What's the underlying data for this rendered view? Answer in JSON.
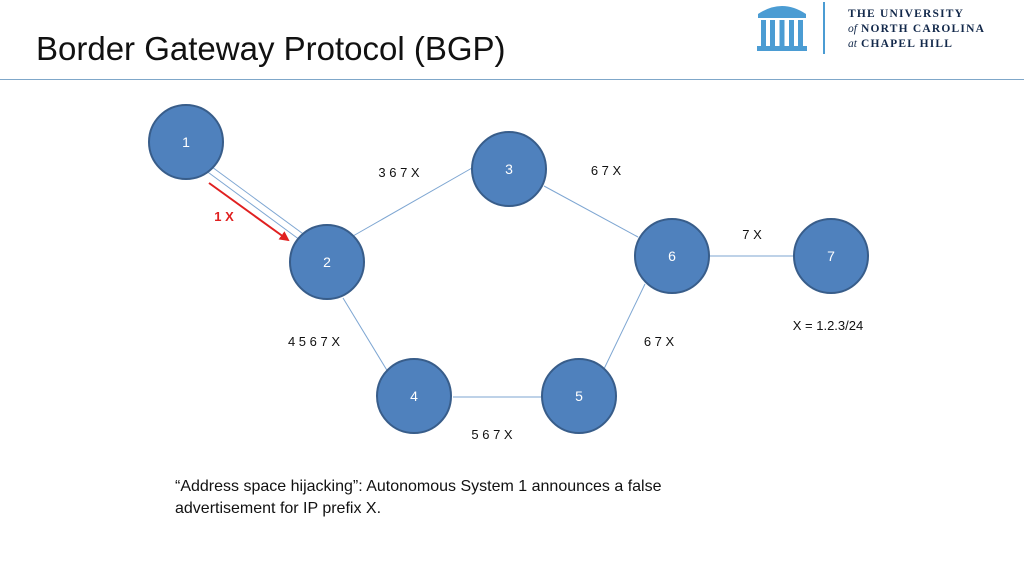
{
  "slide": {
    "title": "Border Gateway Protocol (BGP)",
    "logo": {
      "line1": "THE UNIVERSITY",
      "line2_of": "of",
      "line2_rest": "NORTH CAROLINA",
      "line3_at": "at",
      "line3_rest": "CHAPEL HILL",
      "icon": "old-well-icon"
    },
    "caption": "“Address space hijacking”: Autonomous System 1 announces a false advertisement for IP prefix X."
  },
  "diagram": {
    "colors": {
      "node_fill": "#4f81bd",
      "node_stroke": "#385d8a",
      "edge": "#7ea6d2",
      "hijack": "#e02020"
    },
    "nodes": [
      {
        "id": "1",
        "label": "1"
      },
      {
        "id": "2",
        "label": "2"
      },
      {
        "id": "3",
        "label": "3"
      },
      {
        "id": "4",
        "label": "4"
      },
      {
        "id": "5",
        "label": "5"
      },
      {
        "id": "6",
        "label": "6"
      },
      {
        "id": "7",
        "label": "7"
      }
    ],
    "edges": [
      {
        "from": "1",
        "to": "2"
      },
      {
        "from": "2",
        "to": "3"
      },
      {
        "from": "3",
        "to": "6"
      },
      {
        "from": "6",
        "to": "7"
      },
      {
        "from": "2",
        "to": "4"
      },
      {
        "from": "4",
        "to": "5"
      },
      {
        "from": "5",
        "to": "6"
      }
    ],
    "path_labels": {
      "as3": "3 6 7 X",
      "as6_top": "6 7 X",
      "as7": "7 X",
      "as4": "4 5 6 7 X",
      "as5_right": "6 7 X",
      "as5_bottom": "5 6 7 X",
      "hijack": "1 X",
      "prefix": "X = 1.2.3/24"
    }
  }
}
